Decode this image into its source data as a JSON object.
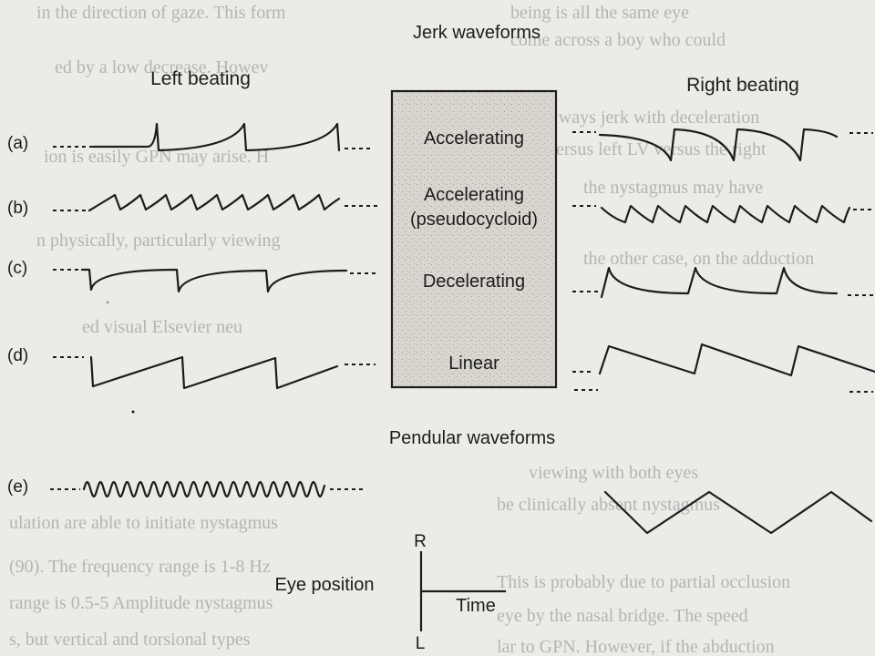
{
  "figure": {
    "jerk_title": "Jerk waveforms",
    "left_heading": "Left beating",
    "right_heading": "Right beating",
    "pendular_title": "Pendular waveforms",
    "rows": [
      {
        "id": "a",
        "letter": "(a)",
        "label": "Accelerating"
      },
      {
        "id": "b",
        "letter": "(b)",
        "label": "Accelerating",
        "label2": "(pseudocycloid)"
      },
      {
        "id": "c",
        "letter": "(c)",
        "label": "Decelerating"
      },
      {
        "id": "d",
        "letter": "(d)",
        "label": "Linear"
      },
      {
        "id": "e",
        "letter": "(e)"
      }
    ],
    "legend": {
      "eye_position": "Eye position",
      "right_marker": "R",
      "left_marker": "L",
      "time": "Time"
    }
  },
  "colors": {
    "page": "#ecebe8",
    "ink": "#1c1c1c",
    "bleed_through": "#b4b4b4",
    "label_box_noise": "#d9d6d0"
  },
  "background_bleed_lines": [
    "in the direction of gaze. This form",
    "ed by a low decrease. Howev",
    "ion is easily GPN may arise. H",
    "n physically, particularly viewing",
    "ed visual Elsevier neu",
    "ulation are able to initiate nystagmus",
    "(90). The frequency range is 1-8 Hz",
    "range is 0.5-5 Amplitude nystagmus",
    "s, but vertical and torsional types",
    "being is all the same eye",
    "come across a boy who could",
    "is always jerk with deceleration",
    "versus left LV versus the right",
    "the nystagmus may have",
    "the other case, on the adduction",
    "viewing with both eyes",
    "be clinically absent nystagmus",
    "This is probably due to partial occlusion",
    "eye by the nasal bridge. The speed",
    "lar to GPN. However, if the abduction"
  ]
}
